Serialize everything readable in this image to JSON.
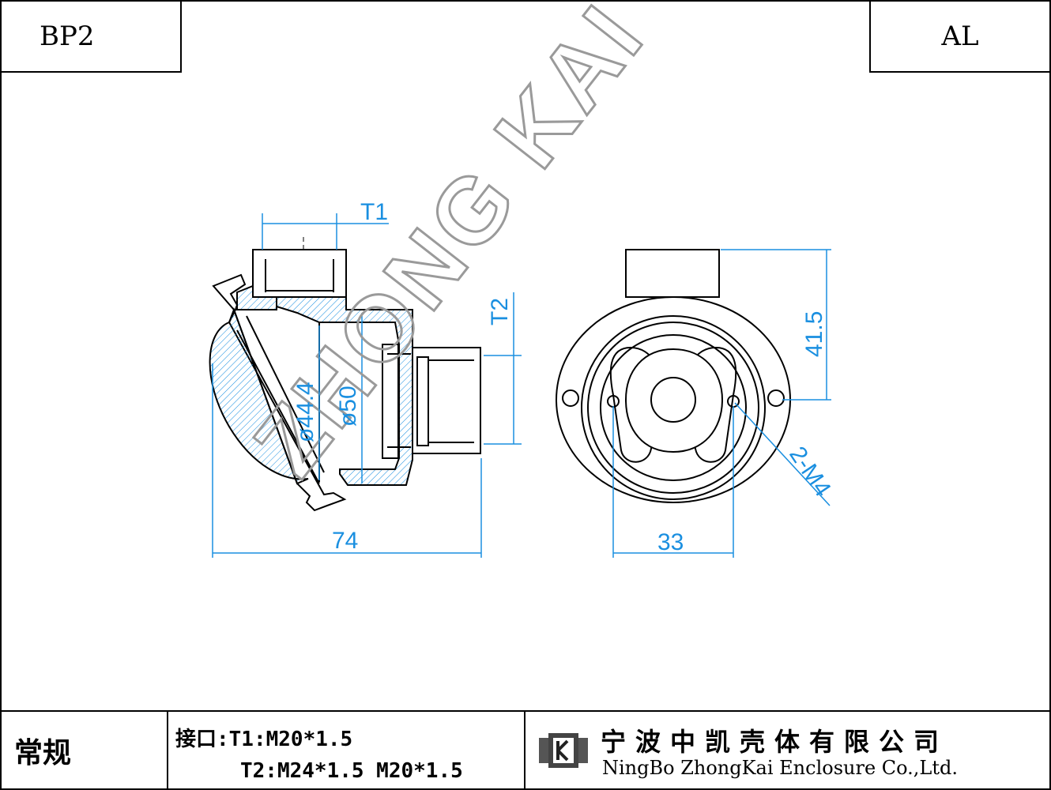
{
  "header": {
    "model": "BP2",
    "material": "AL"
  },
  "dimensions": {
    "t1": "T1",
    "t2": "T2",
    "d1": "ø44.4",
    "d2": "ø50",
    "width": "74",
    "height": "41.5",
    "spacing": "33",
    "holes": "2-M4"
  },
  "watermark": "ZHONG KAI",
  "footer": {
    "type": "常规",
    "ports_line1": "接口:T1:M20*1.5",
    "ports_line2": "T2:M24*1.5 M20*1.5",
    "company_cn": "宁波中凯壳体有限公司",
    "company_en": "NingBo ZhongKai Enclosure Co.,Ltd."
  },
  "colors": {
    "line": "#000000",
    "dimension": "#1a8fe0",
    "hatch": "#1a8fe0",
    "watermark": "#9a9a9a"
  }
}
